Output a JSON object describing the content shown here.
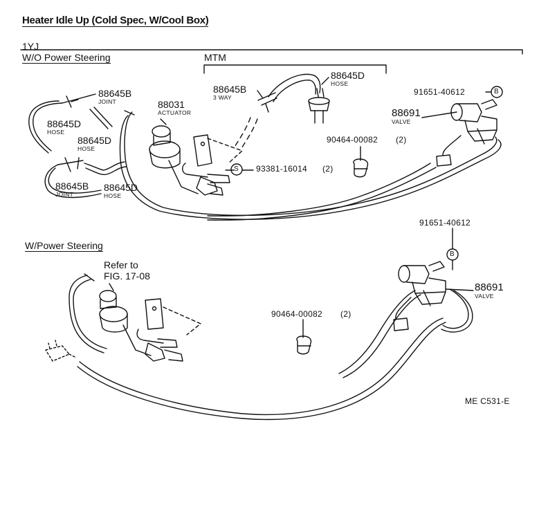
{
  "title": "Heater Idle Up (Cold Spec, W/Cool Box)",
  "engine": "1YJ",
  "sections": {
    "wo_power_steering": "W/O Power Steering",
    "mtm": "MTM",
    "w_power_steering": "W/Power Steering"
  },
  "top": {
    "joint_upper": {
      "part": "88645B",
      "desc": "JOINT"
    },
    "hose_left": {
      "part": "88645D",
      "desc": "HOSE"
    },
    "hose_mid": {
      "part": "88645D",
      "desc": "HOSE"
    },
    "joint_lower": {
      "part": "88645B",
      "desc": "JOINT"
    },
    "hose_lower": {
      "part": "88645D",
      "desc": "HOSE"
    },
    "actuator": {
      "part": "88031",
      "desc": "ACTUATOR"
    },
    "three_way": {
      "part": "88645B",
      "desc": "3 WAY"
    },
    "mtm_hose": {
      "part": "88645D",
      "desc": "HOSE"
    },
    "bolt": {
      "part": "91651-40612",
      "marker": "B"
    },
    "valve": {
      "part": "88691",
      "desc": "VALVE"
    },
    "clamp": {
      "part": "90464-00082",
      "qty": "(2)"
    },
    "screw": {
      "marker": "S",
      "part": "93381-16014",
      "qty": "(2)"
    }
  },
  "bottom": {
    "refer_line1": "Refer to",
    "refer_line2": "FIG. 17-08",
    "bolt": {
      "part": "91651-40612",
      "marker": "B"
    },
    "valve": {
      "part": "88691",
      "desc": "VALVE"
    },
    "clamp": {
      "part": "90464-00082",
      "qty": "(2)"
    }
  },
  "figure_code": "ME C531-E"
}
